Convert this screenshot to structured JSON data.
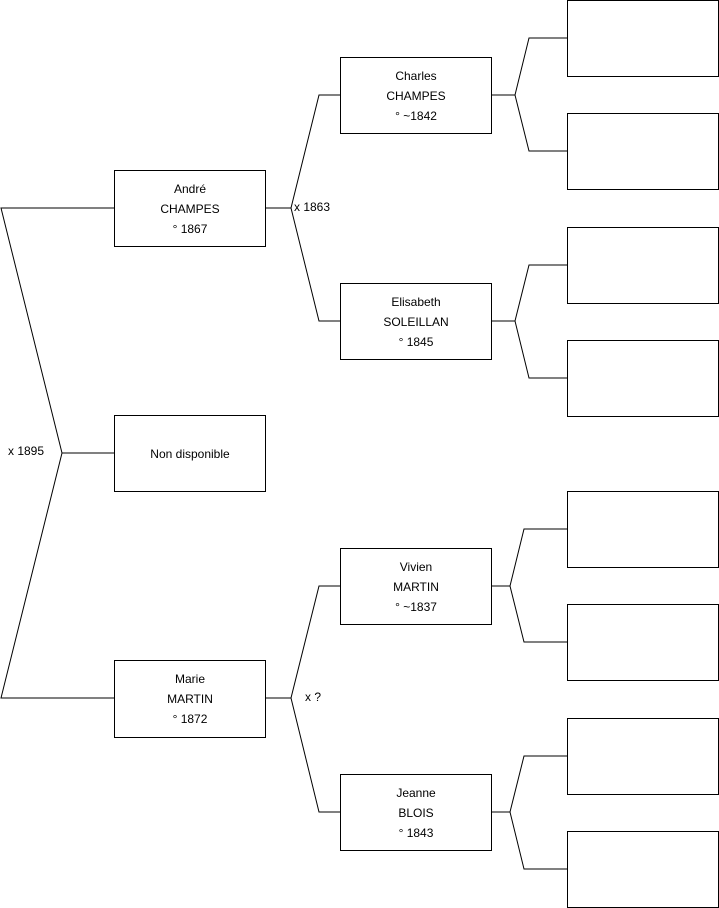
{
  "root": {
    "marriage_label": "x 1895",
    "child_box": "Non disponible"
  },
  "father": {
    "first": "André",
    "last": "CHAMPES",
    "birth": "° 1867",
    "parents_marriage": "x 1863",
    "father": {
      "first": "Charles",
      "last": "CHAMPES",
      "birth": "° ~1842"
    },
    "mother": {
      "first": "Elisabeth",
      "last": "SOLEILLAN",
      "birth": "° 1845"
    }
  },
  "mother": {
    "first": "Marie",
    "last": "MARTIN",
    "birth": "° 1872",
    "parents_marriage": "x ?",
    "father": {
      "first": "Vivien",
      "last": "MARTIN",
      "birth": "° ~1837"
    },
    "mother": {
      "first": "Jeanne",
      "last": "BLOIS",
      "birth": "° 1843"
    }
  },
  "great_grandparents": [
    "",
    "",
    "",
    "",
    "",
    "",
    "",
    ""
  ]
}
